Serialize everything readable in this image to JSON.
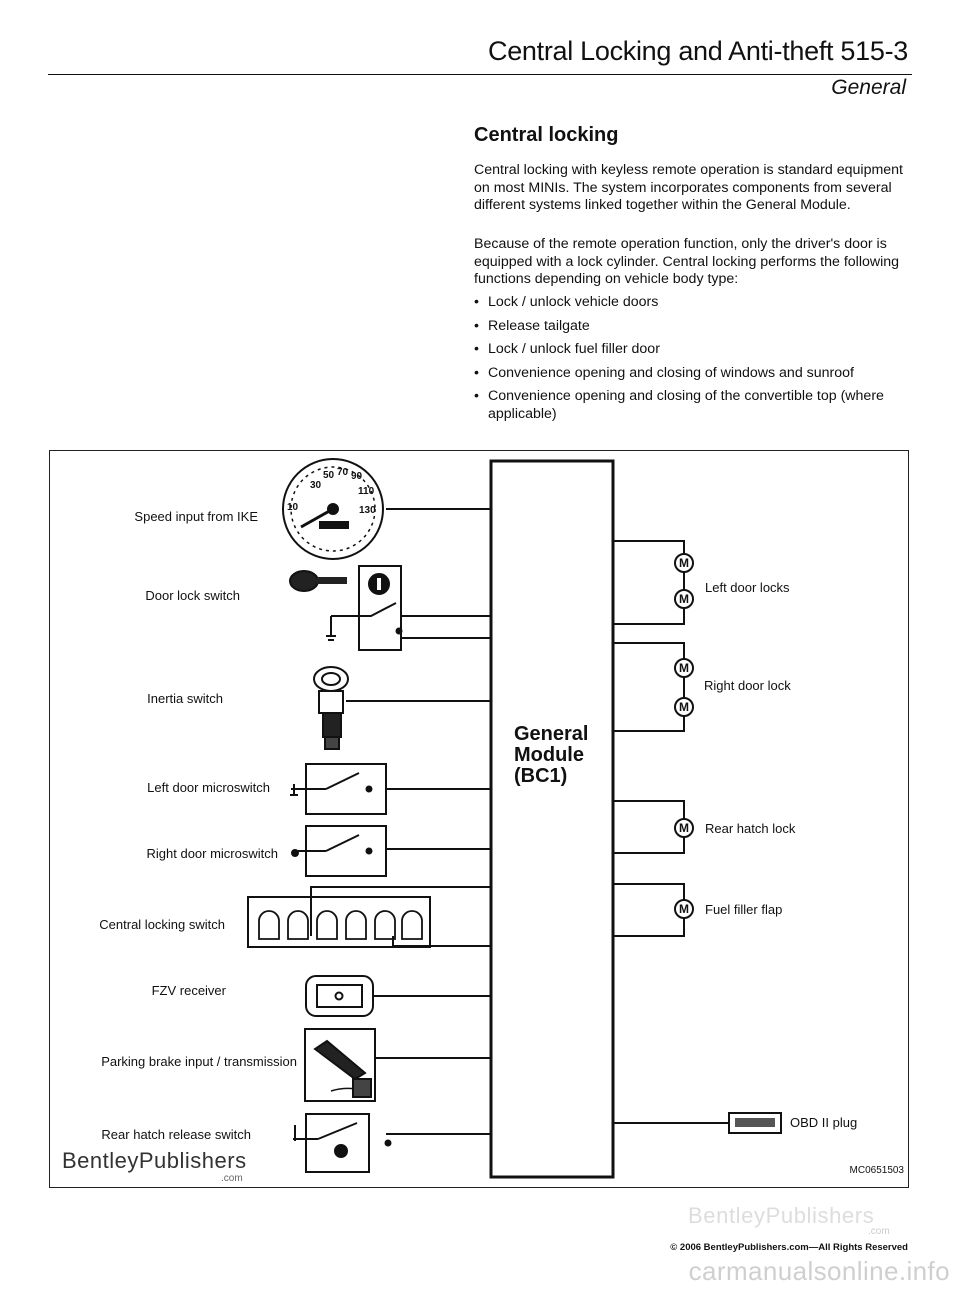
{
  "header": {
    "title": "Central Locking and Anti-theft   515-3",
    "section": "General"
  },
  "main": {
    "heading": "Central locking",
    "paragraph1": "Central locking with keyless remote operation is standard equipment on most MINIs. The system incorporates components from several different systems linked together within the General Module.",
    "paragraph2": "Because of the remote operation function, only the driver's door is equipped with a lock cylinder. Central locking performs the following functions depending on vehicle body type:",
    "bullets": [
      "Lock / unlock vehicle doors",
      "Release tailgate",
      "Lock / unlock fuel filler door",
      "Convenience opening and closing of windows and sunroof",
      "Convenience opening and closing of the convertible top (where applicable)"
    ]
  },
  "figure": {
    "inputs": [
      "Speed input from IKE",
      "Door lock switch",
      "Inertia switch",
      "Left door microswitch",
      "Right door microswitch",
      "Central locking switch",
      "FZV  receiver",
      "Parking brake input / transmission",
      "Rear hatch release switch"
    ],
    "outputs": [
      "Left door locks",
      "Right door lock",
      "Rear hatch lock",
      "Fuel filler flap",
      "OBD II plug"
    ],
    "module_lines": [
      "General",
      "Module",
      "(BC1)"
    ],
    "motor_symbol": "M",
    "figure_code": "MC0651503",
    "logo": "BentleyPublishers",
    "logo_sub": ".com"
  },
  "footer": {
    "watermark": "BentleyPublishers",
    "watermark_sub": ".com",
    "copyright": "© 2006 BentleyPublishers.com—All Rights Reserved",
    "site": "carmanualsonline.info"
  }
}
